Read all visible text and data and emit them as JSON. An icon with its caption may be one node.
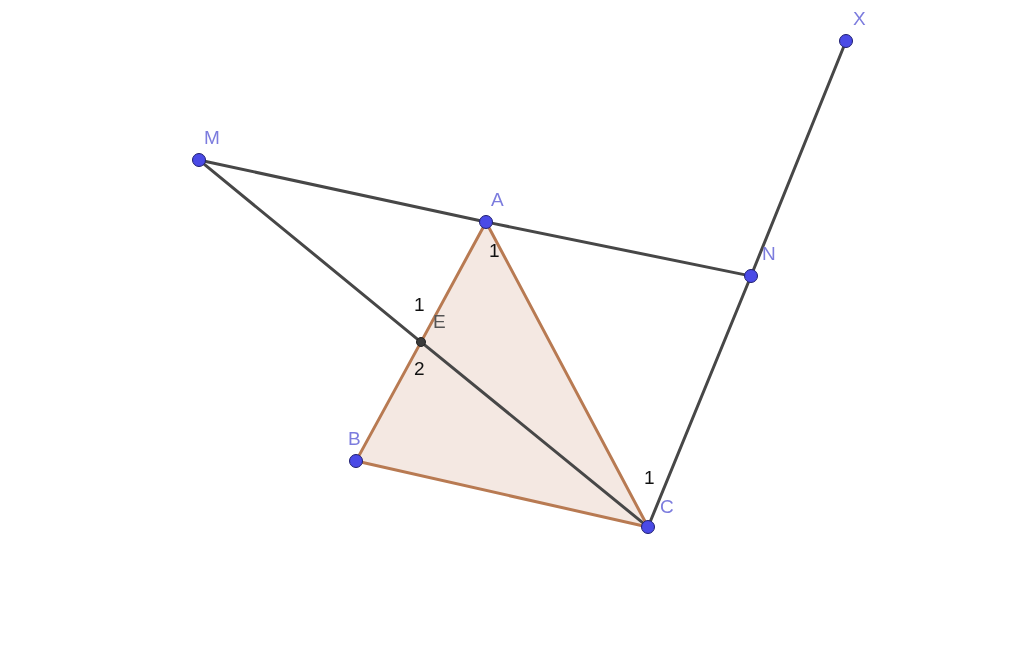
{
  "diagram": {
    "nodes": [
      {
        "text": [],
        "shape": "circle",
        "beside": [
          "X"
        ]
      },
      {
        "text": [],
        "shape": "circle",
        "beside": [
          "M"
        ]
      },
      {
        "text": [],
        "shape": "circle",
        "beside": [
          "A"
        ]
      },
      {
        "text": [],
        "shape": "circle",
        "beside": [
          "N"
        ]
      },
      {
        "text": [],
        "shape": "circle",
        "beside": [
          "E"
        ]
      },
      {
        "text": [],
        "shape": "circle",
        "beside": [
          "B"
        ]
      },
      {
        "text": [],
        "shape": "circle",
        "beside": [
          "C"
        ]
      }
    ],
    "edges": [
      {
        "from": 1,
        "to": 2,
        "arrow": "none"
      },
      {
        "from": 2,
        "to": 3,
        "arrow": "none"
      },
      {
        "from": 1,
        "to": 4,
        "arrow": "none"
      },
      {
        "from": 4,
        "to": 6,
        "arrow": "none"
      },
      {
        "from": 2,
        "to": 4,
        "arrow": "none",
        "color": "#b87a52"
      },
      {
        "from": 4,
        "to": 5,
        "arrow": "none",
        "color": "#b87a52"
      },
      {
        "from": 2,
        "to": 6,
        "arrow": "none",
        "color": "#b87a52"
      },
      {
        "from": 5,
        "to": 6,
        "arrow": "none",
        "color": "#b87a52"
      },
      {
        "from": 6,
        "to": 3,
        "arrow": "none"
      },
      {
        "from": 3,
        "to": 0,
        "arrow": "none"
      }
    ],
    "labels": [
      "1",
      "1",
      "2",
      "1"
    ]
  }
}
